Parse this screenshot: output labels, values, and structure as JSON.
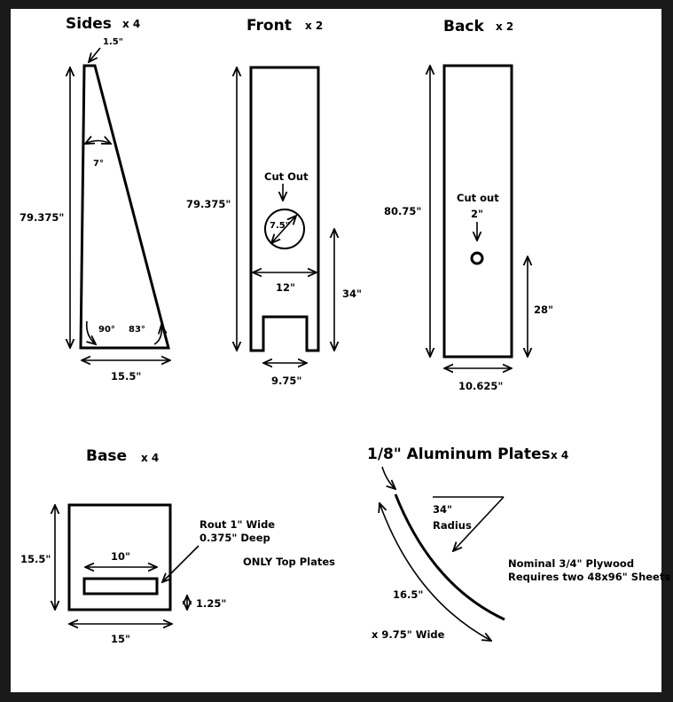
{
  "sides": {
    "title": "Sides",
    "qty": "x 4",
    "top_width": "1.5\"",
    "angle_top": "7°",
    "height": "79.375\"",
    "angle_left": "90°",
    "angle_right": "83°",
    "bottom_width": "15.5\""
  },
  "front": {
    "title": "Front",
    "qty": "x 2",
    "height": "79.375\"",
    "cutout_label": "Cut Out",
    "cutout_diameter": "7.5\"",
    "width": "12\"",
    "cutout_height": "34\"",
    "notch_width": "9.75\""
  },
  "back": {
    "title": "Back",
    "qty": "x 2",
    "height": "80.75\"",
    "cutout_label": "Cut out",
    "cutout_diameter": "2\"",
    "cutout_height": "28\"",
    "width": "10.625\""
  },
  "base": {
    "title": "Base",
    "qty": "x 4",
    "height": "15.5\"",
    "rout_width": "10\"",
    "rout_note_line1": "Rout 1\" Wide",
    "rout_note_line2": "0.375\" Deep",
    "rout_note_line3": "ONLY Top Plates",
    "rout_offset": "1.25\"",
    "width": "15\""
  },
  "plates": {
    "title": "1/8\" Aluminum Plates",
    "qty": "x 4",
    "radius_value": "34\"",
    "radius_label": "Radius",
    "length": "16.5\"",
    "width_note": "x 9.75\" Wide",
    "plywood_line1": "Nominal 3/4\" Plywood",
    "plywood_line2": "Requires two 48x96\" Sheets"
  }
}
